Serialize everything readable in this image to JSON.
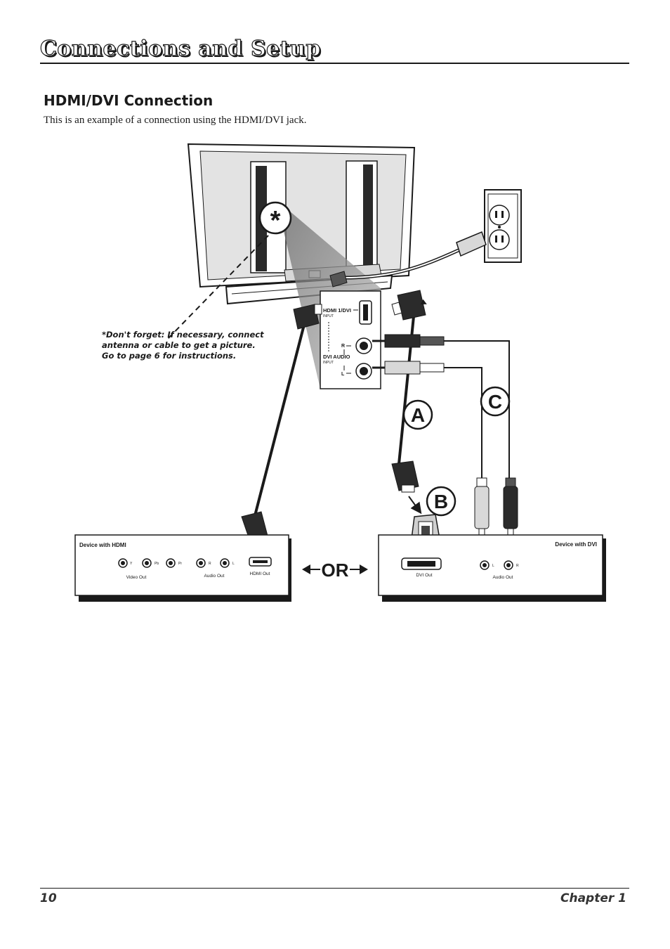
{
  "header": {
    "title": "Connections and Setup"
  },
  "section": {
    "heading": "HDMI/DVI Connection",
    "intro": "This is an example of a connection using the HDMI/DVI jack."
  },
  "note": "*Don't forget: If necessary, connect antenna or cable to get a picture. Go to page 6 for instructions.",
  "diagram": {
    "asterisk": "*",
    "step_a": "A",
    "step_b": "B",
    "step_c": "C",
    "or_label": "OR",
    "jack_panel": {
      "hdmi_label": "HDMI 1/DVI",
      "hdmi_sub": "INPUT",
      "audio_label": "DVI AUDIO",
      "audio_sub": "INPUT",
      "r_label": "R",
      "l_label": "L"
    },
    "hdmi_device": {
      "title": "Device with HDMI",
      "y": "Y",
      "pb": "Pb",
      "pr": "Pr",
      "r": "R",
      "l": "L",
      "video_out": "Video Out",
      "audio_out": "Audio Out",
      "hdmi_out": "HDMI Out"
    },
    "dvi_device": {
      "title": "Device with DVI",
      "dvi_out": "DVI Out",
      "l": "L",
      "r": "R",
      "audio_out": "Audio Out"
    }
  },
  "footer": {
    "page_number": "10",
    "chapter": "Chapter 1"
  }
}
